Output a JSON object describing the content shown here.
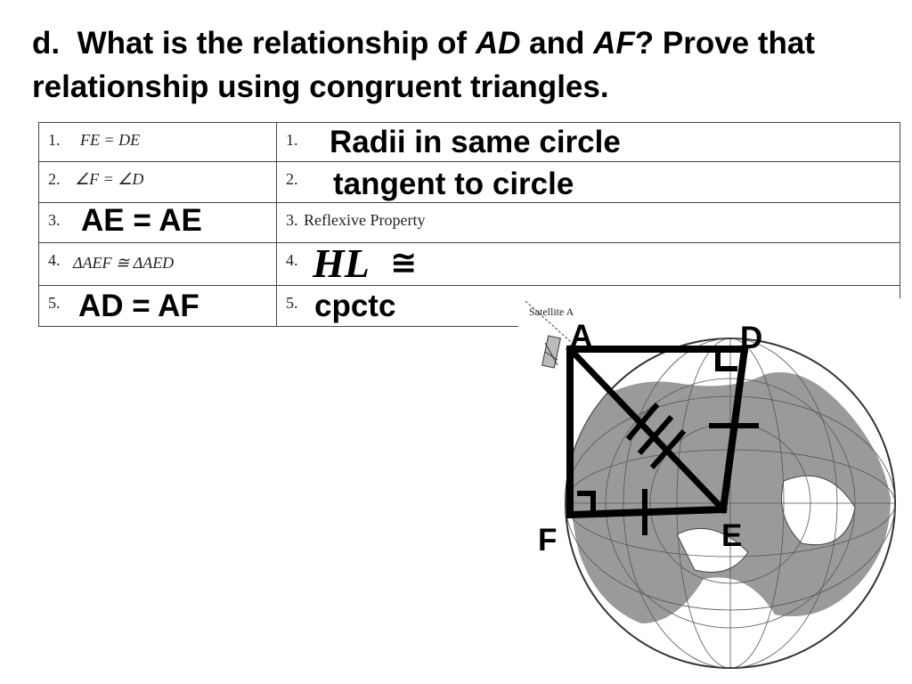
{
  "question": {
    "part": "d.",
    "before_ad": "What is the relationship of",
    "ad": "AD",
    "and": "and",
    "af": "AF",
    "after_af": "?  Prove that relationship using congruent triangles."
  },
  "proof_rows": [
    {
      "num": "1.",
      "statement": "FE = DE",
      "reason_num": "1.",
      "reason": "Radii in same circle"
    },
    {
      "num": "2.",
      "statement": "∠F = ∠D",
      "reason_num": "2.",
      "reason": "tangent to circle"
    },
    {
      "num": "3.",
      "statement": "AE = AE",
      "reason_num": "3.",
      "reason": "Reflexive Property"
    },
    {
      "num": "4.",
      "statement": "ΔAEF ≅ ΔAED",
      "reason_num": "4.",
      "reason": "HL",
      "reason_symbol": "≅"
    },
    {
      "num": "5.",
      "statement": "AD = AF",
      "reason_num": "5.",
      "reason": "cpctc"
    }
  ],
  "figure": {
    "satellite_label": "Satellite A",
    "points": [
      "A",
      "D",
      "E",
      "F"
    ]
  }
}
